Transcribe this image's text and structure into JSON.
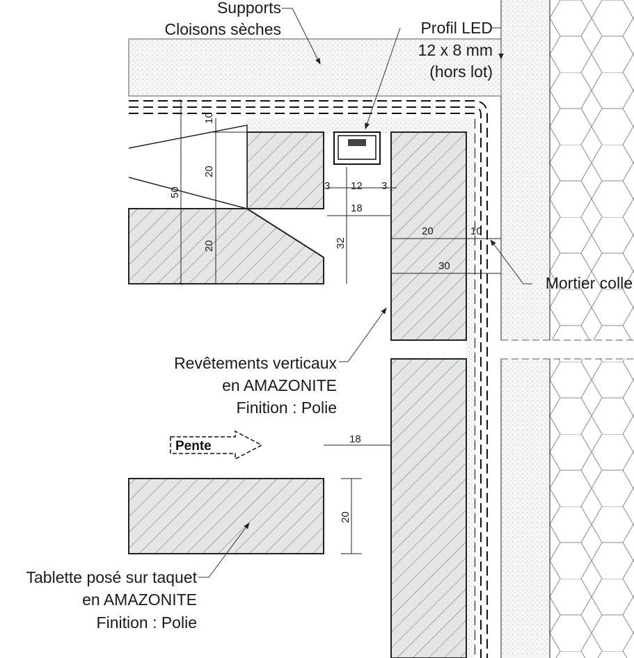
{
  "labels": {
    "supports_line1": "Supports",
    "supports_line2": "Cloisons sèches",
    "led_line1": "Profil LED",
    "led_line2": "12 x 8 mm",
    "led_line3": "(hors lot)",
    "mortier": "Mortier colle",
    "revetements_line1": "Revêtements verticaux",
    "revetements_line2": "en AMAZONITE",
    "revetements_line3": "Finition : Polie",
    "pente": "Pente",
    "tablette_line1": "Tablette posé sur taquet",
    "tablette_line2": "en AMAZONITE",
    "tablette_line3": "Finition : Polie"
  },
  "dimensions": {
    "d10_top": "10",
    "d20_top": "20",
    "d50": "50",
    "d20_bottom": "20",
    "d3_left": "3",
    "d12": "12",
    "d3_right": "3",
    "d18_top": "18",
    "d32": "32",
    "d20_right": "20",
    "d10_right": "10",
    "d30": "30",
    "d18_bottom": "18",
    "d20_shelf": "20"
  },
  "colors": {
    "stroke": "#222222",
    "hatch": "#666666",
    "stone_fill": "#e3e6e3",
    "wall_fill": "#f4f4f4"
  }
}
